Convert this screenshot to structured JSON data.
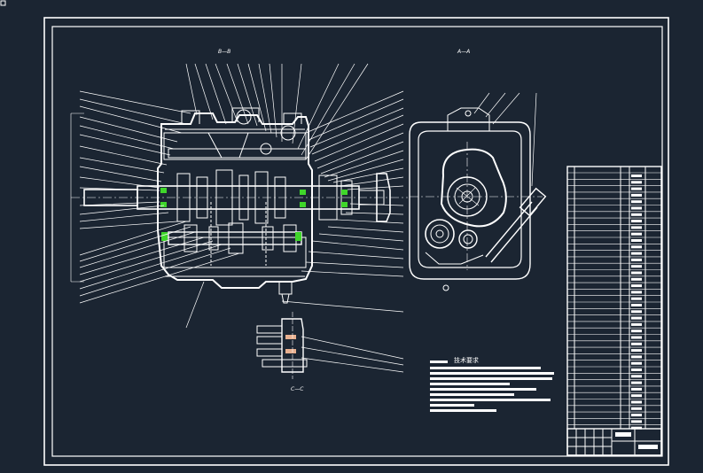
{
  "colors": {
    "background": "#1b2532",
    "line": "#ffffff",
    "highlight": "#3fd62a"
  },
  "views": {
    "section_bb": "B—B",
    "section_aa": "A—A",
    "section_cc": "C—C"
  },
  "notes": {
    "title": "技术要求"
  },
  "icons": {
    "corner_marker": "square-icon"
  }
}
